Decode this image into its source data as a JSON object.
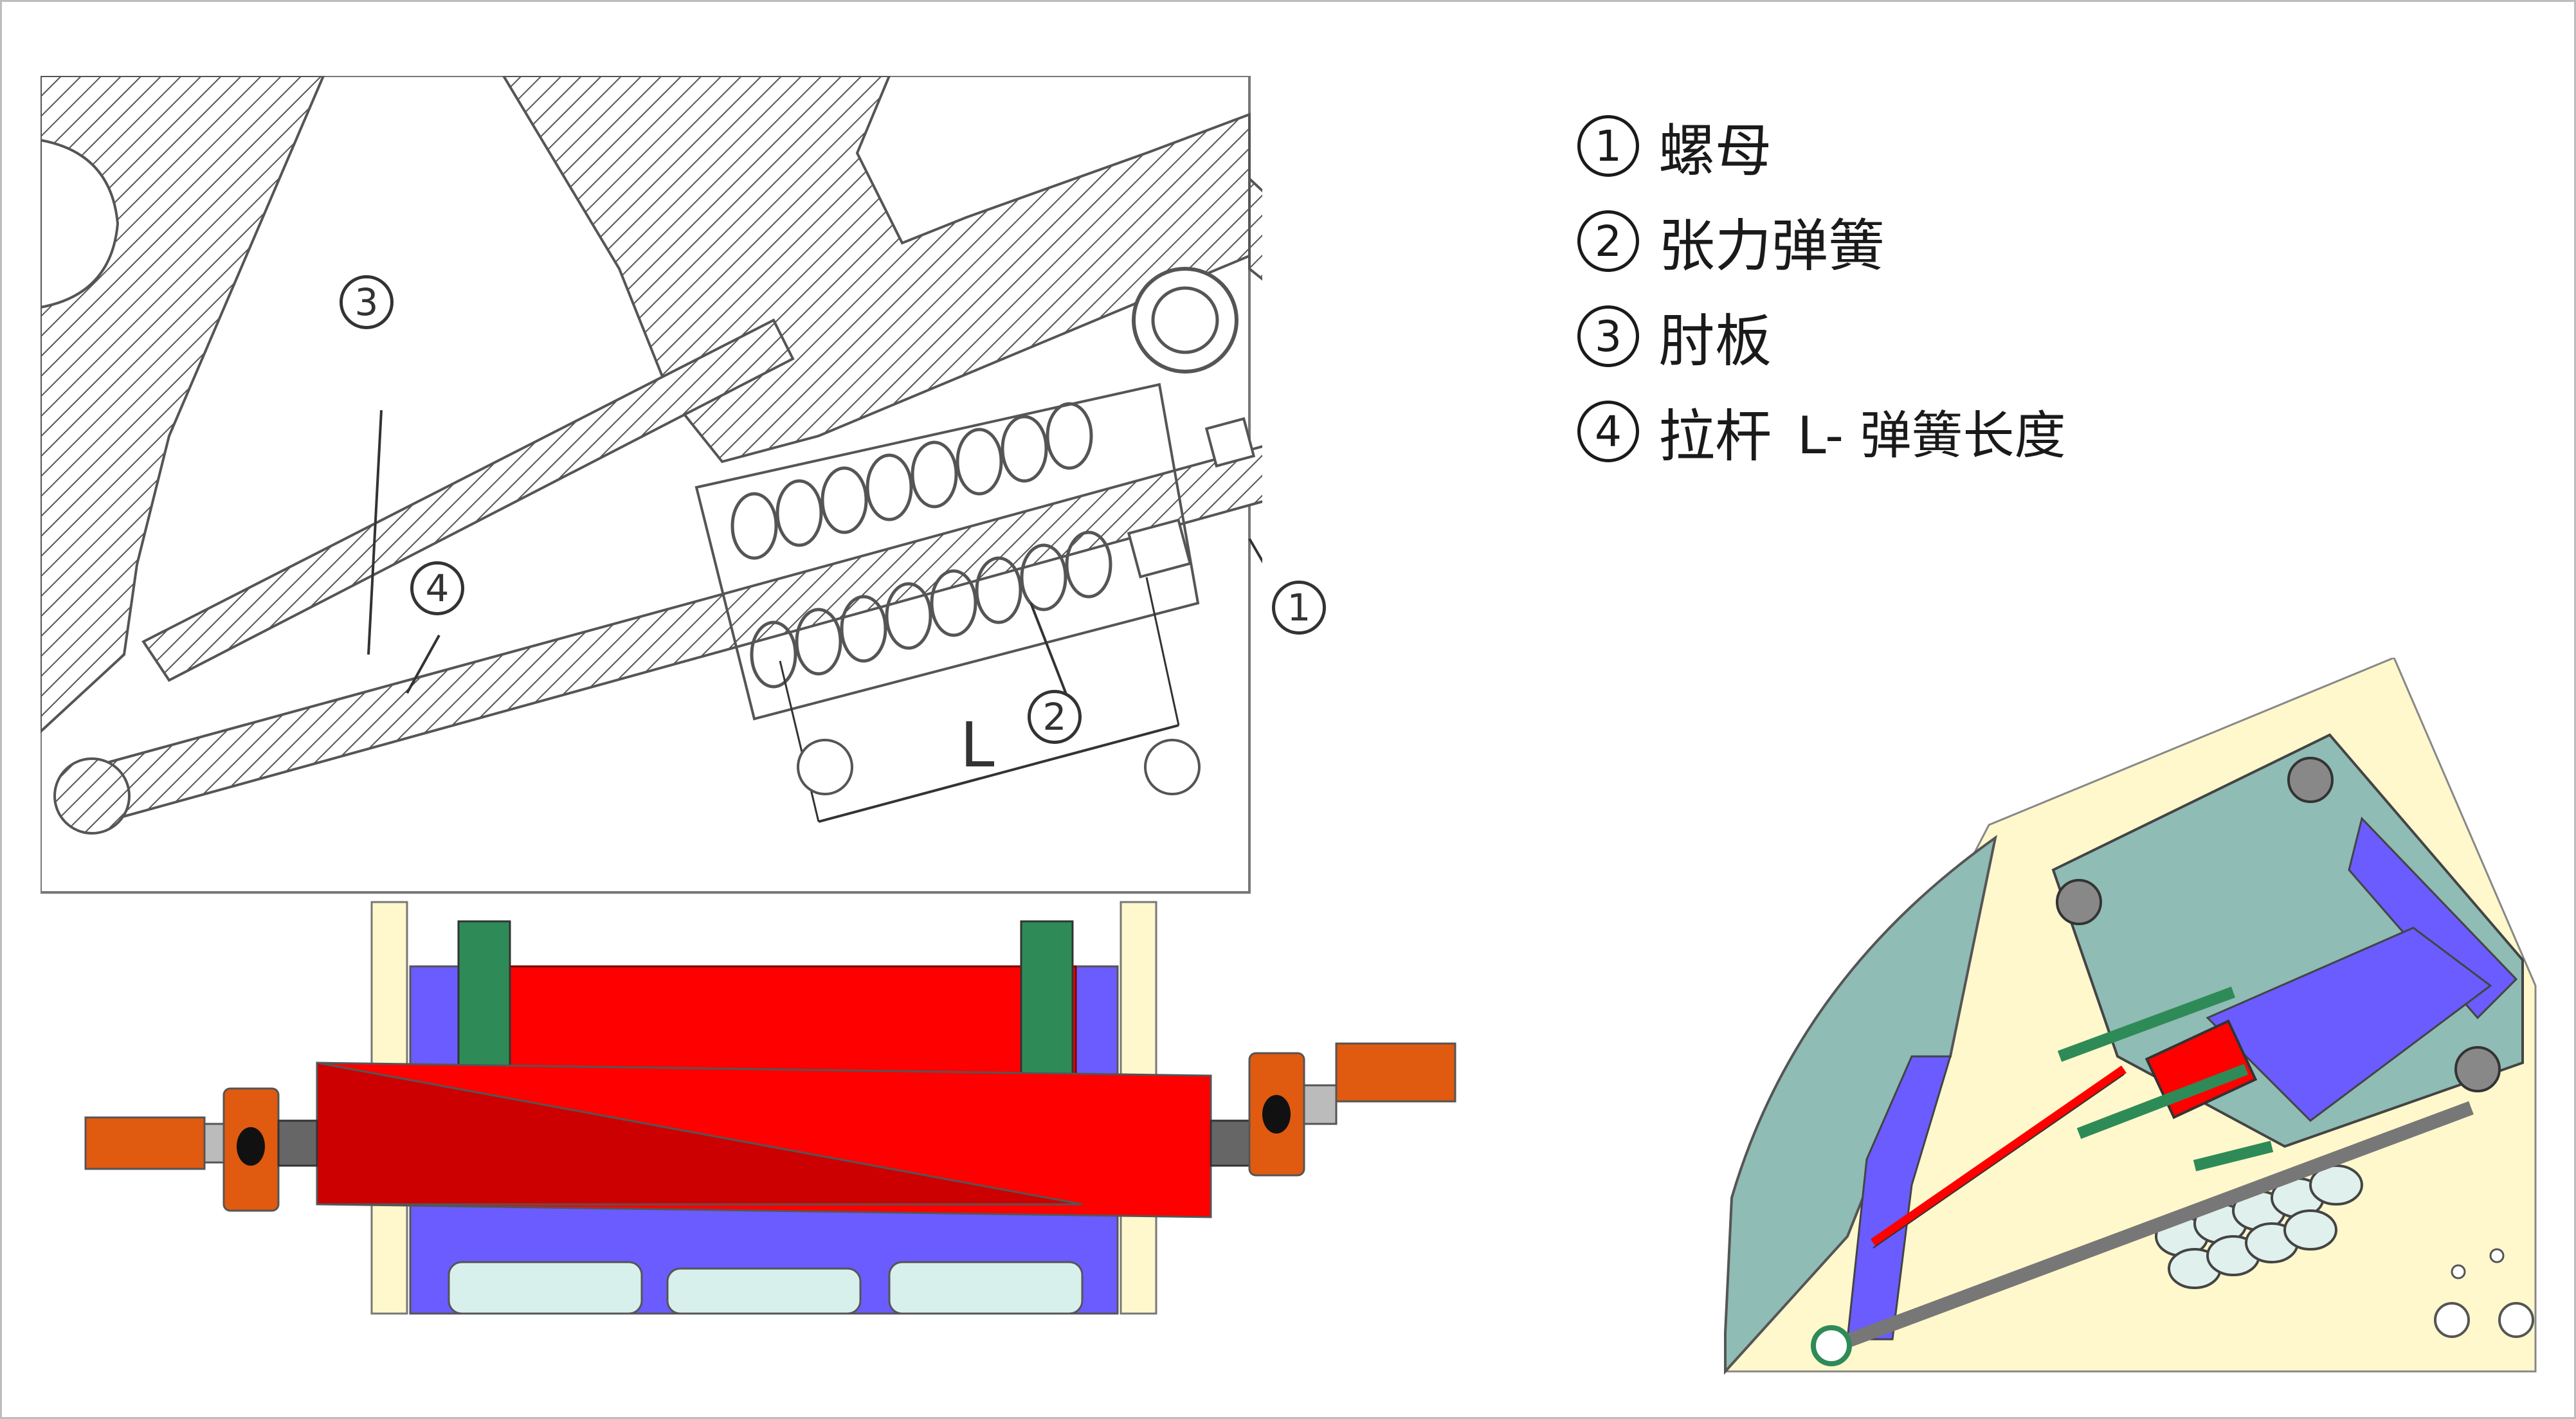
{
  "legend": {
    "items": [
      {
        "num": "1",
        "text": "螺母"
      },
      {
        "num": "2",
        "text": "张力弹簧"
      },
      {
        "num": "3",
        "text": "肘板"
      },
      {
        "num": "4",
        "text": "拉杆",
        "extra": "L- 弹簧长度"
      }
    ]
  },
  "drawing": {
    "callouts": [
      "3",
      "4",
      "1",
      "2"
    ],
    "dim_label": "L"
  },
  "colors": {
    "hatch": "#555555",
    "red": "#ff0000",
    "dark_red": "#cc0000",
    "purple_blue": "#6a5cff",
    "green": "#2e8b57",
    "orange": "#e05a10",
    "cream": "#fff8cc",
    "teal": "#8fbcb4"
  }
}
